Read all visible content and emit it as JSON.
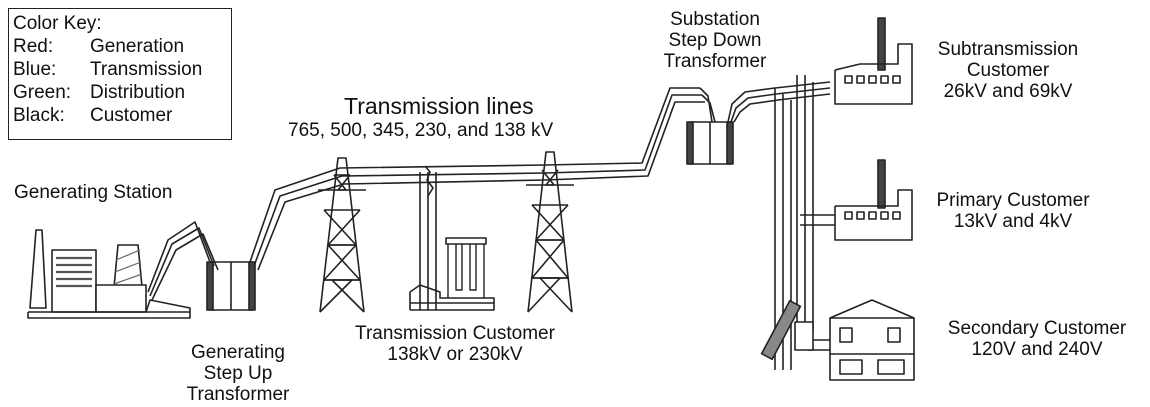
{
  "color_key": {
    "title": "Color Key:",
    "rows": [
      {
        "key": "Red:",
        "value": "Generation"
      },
      {
        "key": "Blue:",
        "value": "Transmission"
      },
      {
        "key": "Green:",
        "value": "Distribution"
      },
      {
        "key": "Black:",
        "value": "Customer"
      }
    ]
  },
  "labels": {
    "generating_station": "Generating Station",
    "gen_step_up": [
      "Generating",
      "Step Up",
      "Transformer"
    ],
    "transmission_lines": "Transmission lines",
    "transmission_voltages": "765, 500, 345, 230, and 138 kV",
    "transmission_customer": [
      "Transmission Customer",
      "138kV or 230kV"
    ],
    "substation": [
      "Substation",
      "Step Down",
      "Transformer"
    ],
    "subtransmission_customer": [
      "Subtransmission",
      "Customer",
      "26kV and 69kV"
    ],
    "primary_customer": [
      "Primary Customer",
      "13kV and 4kV"
    ],
    "secondary_customer": [
      "Secondary Customer",
      "120V and 240V"
    ]
  }
}
